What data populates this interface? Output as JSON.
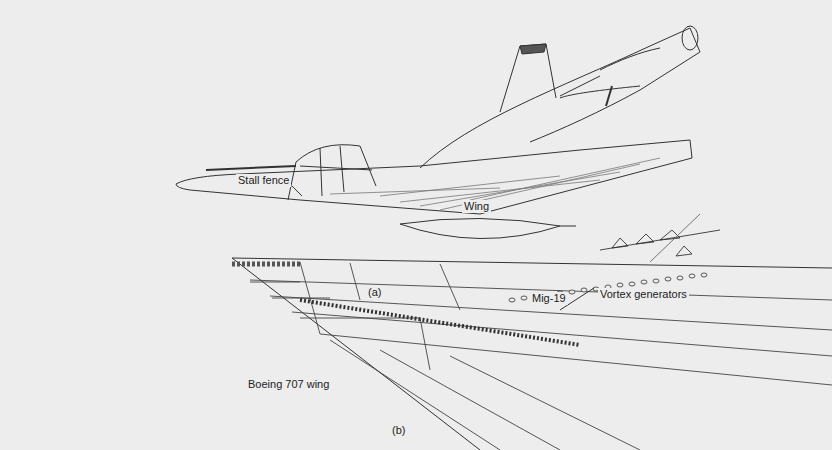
{
  "diagram": {
    "labels": [
      "Stall fence",
      "Wing",
      "(a)",
      "Mig-19",
      "Vortex generators",
      "Boeing 707 wing",
      "(b)"
    ]
  }
}
